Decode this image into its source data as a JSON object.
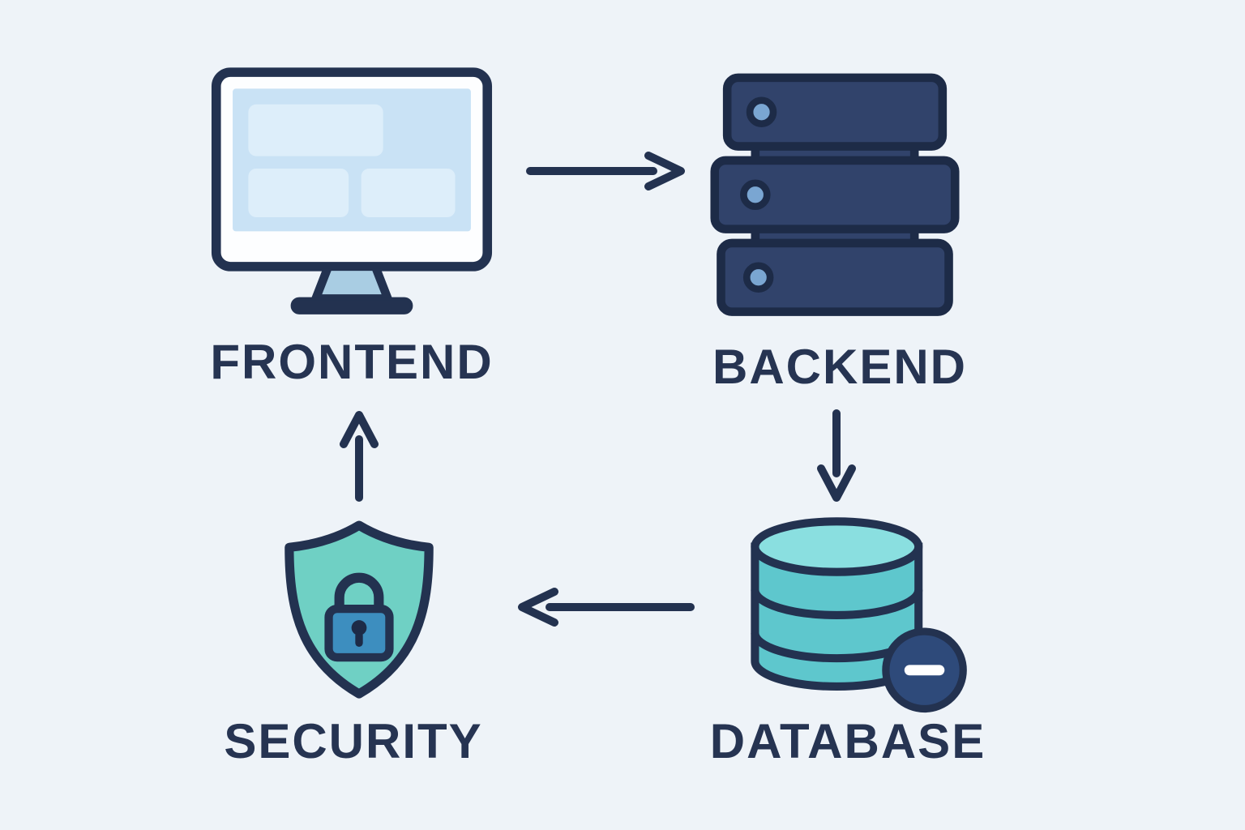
{
  "diagram": {
    "type": "cycle-flow-diagram",
    "nodes": [
      {
        "id": "frontend",
        "label": "FRONTEND",
        "icon": "monitor-icon"
      },
      {
        "id": "backend",
        "label": "BACKEND",
        "icon": "server-stack-icon"
      },
      {
        "id": "database",
        "label": "DATABASE",
        "icon": "database-cylinder-icon"
      },
      {
        "id": "security",
        "label": "SECURITY",
        "icon": "shield-lock-icon"
      }
    ],
    "edges": [
      {
        "from": "FRONTEND",
        "to": "BACKEND",
        "direction": "right"
      },
      {
        "from": "BACKEND",
        "to": "DATABASE",
        "direction": "down"
      },
      {
        "from": "DATABASE",
        "to": "SECURITY",
        "direction": "left"
      },
      {
        "from": "SECURITY",
        "to": "FRONTEND",
        "direction": "up"
      }
    ],
    "colors": {
      "background": "#eef3f8",
      "outline": "#233250",
      "label_text": "#263452",
      "monitor_screen": "#c9e2f5",
      "monitor_panels": "#ddeefa",
      "monitor_stand": "#a9cde3",
      "server_navy": "#31436b",
      "server_dot": "#7aa6d2",
      "database_teal": "#5ec7cd",
      "database_top_teal": "#8adfe0",
      "badge_navy": "#2e4a7a",
      "shield_teal": "#6fd0c4",
      "lock_blue": "#3d8ebf"
    }
  }
}
